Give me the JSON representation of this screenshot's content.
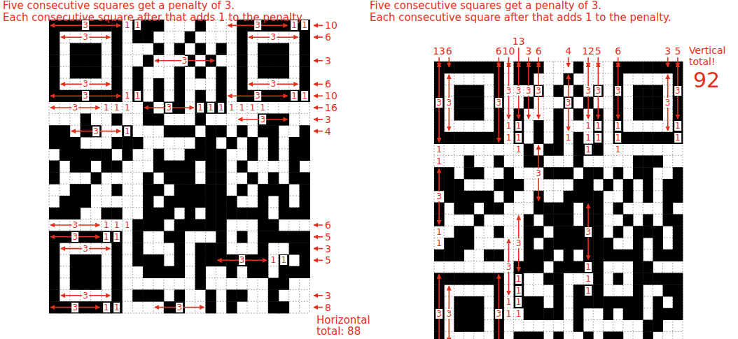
{
  "diagram": {
    "labels": [
      "Five consecutive squares get a penalty of 3.",
      "Each consecutive square after that adds 1 to the penalty.",
      "Five consecutive squares get a penalty of 3.",
      "Each consecutive square after that adds 1 to the penalty.",
      "3",
      "1",
      "1",
      "3",
      "1",
      "1",
      "10",
      "3",
      "3",
      "6",
      "3",
      "3",
      "3",
      "3",
      "6",
      "3",
      "1",
      "1",
      "3",
      "1",
      "1",
      "10",
      "3",
      "1",
      "1",
      "1",
      "3",
      "1",
      "1",
      "1",
      "1",
      "1",
      "1",
      "1",
      "16",
      "3",
      "3",
      "3",
      "1",
      "4",
      "3",
      "1",
      "1",
      "1",
      "6",
      "3",
      "1",
      "1",
      "5",
      "3",
      "3",
      "3",
      "1",
      "1",
      "5",
      "3",
      "3",
      "3",
      "1",
      "1",
      "3",
      "8",
      "Horizontal total: 88",
      "13",
      "6",
      "6",
      "10",
      "13",
      "3",
      "6",
      "4",
      "12",
      "5",
      "6",
      "3",
      "5",
      "3",
      "3",
      "3",
      "1",
      "1",
      "1",
      "1",
      "3",
      "3",
      "3",
      "3",
      "3",
      "1",
      "1",
      "3",
      "1",
      "1",
      "3",
      "1",
      "1",
      "1",
      "3",
      "1",
      "1",
      "1",
      "1",
      "3",
      "3",
      "3",
      "3",
      "1",
      "3",
      "1",
      "1",
      "1",
      "3",
      "1",
      "1",
      "1",
      "3",
      "1",
      "1",
      "3",
      "1",
      "1",
      "1",
      "3",
      "3",
      "1",
      "1",
      "Vertical total!",
      "92"
    ]
  }
}
